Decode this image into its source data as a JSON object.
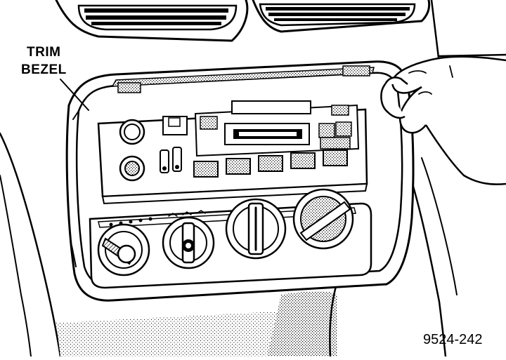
{
  "callout": {
    "line1": "TRIM",
    "line2": "BEZEL"
  },
  "figure_number": "9524-242"
}
